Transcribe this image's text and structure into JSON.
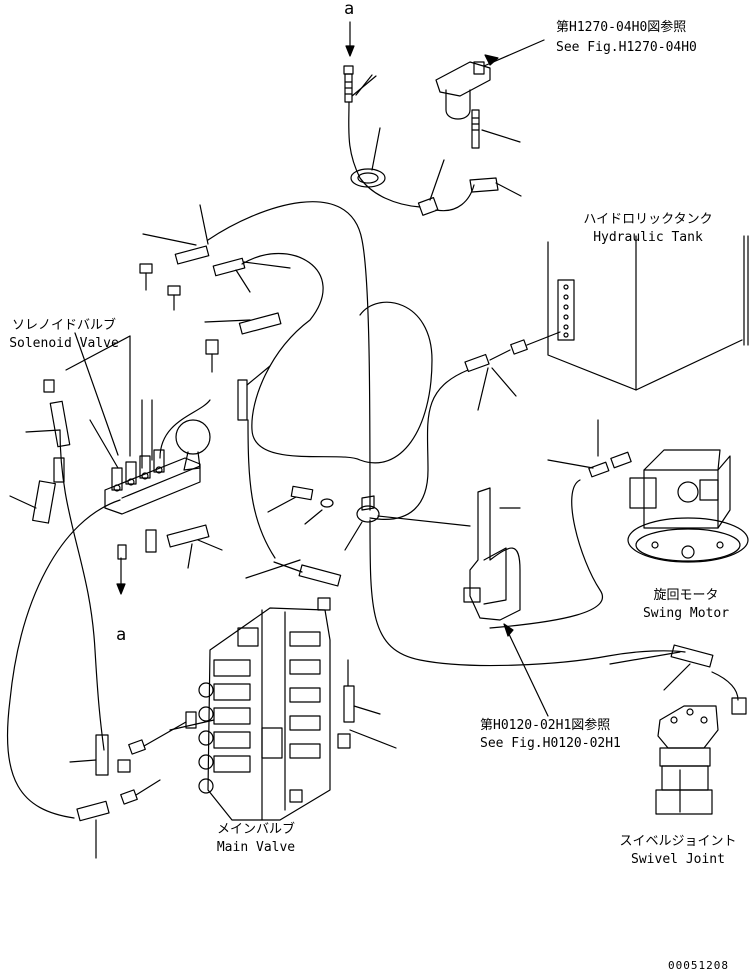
{
  "markers": {
    "top": "a",
    "bottom": "a"
  },
  "labels": {
    "ref_top_jp": "第H1270-04H0図参照",
    "ref_top_en": "See Fig.H1270-04H0",
    "hydraulic_tank_jp": "ハイドロリックタンク",
    "hydraulic_tank_en": "Hydraulic Tank",
    "solenoid_valve_jp": "ソレノイドバルブ",
    "solenoid_valve_en": "Solenoid Valve",
    "swing_motor_jp": "旋回モータ",
    "swing_motor_en": "Swing Motor",
    "ref_mid_jp": "第H0120-02H1図参照",
    "ref_mid_en": "See Fig.H0120-02H1",
    "main_valve_jp": "メインバルブ",
    "main_valve_en": "Main Valve",
    "swivel_joint_jp": "スイベルジョイント",
    "swivel_joint_en": "Swivel Joint",
    "drawing_number": "00051208"
  }
}
